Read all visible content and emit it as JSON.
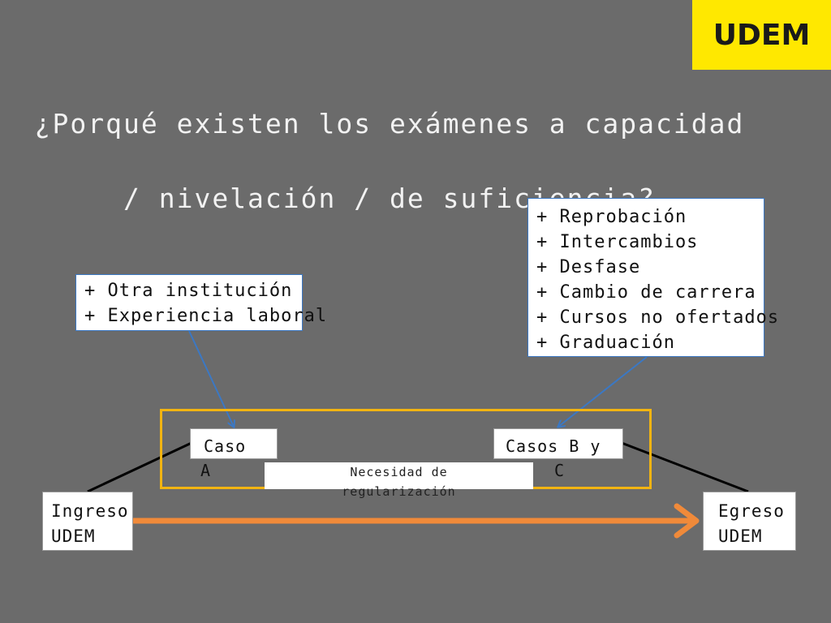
{
  "logo": {
    "text": "UDEM"
  },
  "title": {
    "line1": "¿Porqué existen los exámenes a capacidad",
    "line2": "/ nivelación / de suficiencia?"
  },
  "causes_case_a": {
    "items": [
      "+ Otra institución",
      "+ Experiencia laboral"
    ]
  },
  "causes_cases_bc": {
    "items": [
      "+ Reprobación",
      "+ Intercambios",
      "+ Desfase",
      "+ Cambio de carrera",
      "+ Cursos no ofertados",
      "+ Graduación"
    ]
  },
  "case_a": {
    "line1": "Caso",
    "line2": "A"
  },
  "cases_bc": {
    "line1": "Casos B y",
    "line2": "C"
  },
  "need": {
    "line1": "Necesidad de",
    "line2": "regularización"
  },
  "entry": {
    "line1": "Ingreso",
    "line2": "UDEM"
  },
  "exit": {
    "line1": "Egreso",
    "line2": "UDEM"
  },
  "colors": {
    "background": "#6b6b6b",
    "logo_bg": "#ffe800",
    "frame": "#f2b411",
    "connector_blue": "#3b78c4",
    "path_arrow": "#f08a3a"
  }
}
